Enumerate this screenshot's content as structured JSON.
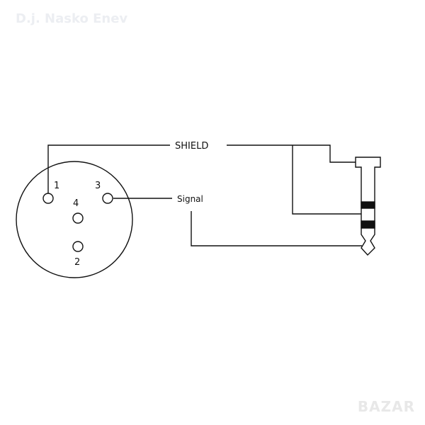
{
  "watermark": "D.j. Nasko Enev",
  "logo": "BAZAR",
  "diagram": {
    "shield_label": "SHIELD",
    "signal_label": "Signal",
    "xlr_pins": [
      "1",
      "2",
      "3",
      "4"
    ],
    "connectors": [
      "xlr-female-4pin",
      "trs-plug"
    ]
  }
}
